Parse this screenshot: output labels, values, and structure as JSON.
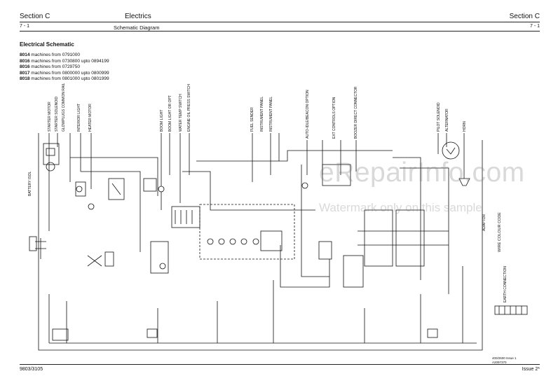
{
  "header": {
    "section_left": "Section C",
    "chapter": "Electrics",
    "section_right": "Section C",
    "page_left": "7 - 1",
    "subtitle": "Schematic Diagram",
    "page_right": "7 - 1"
  },
  "schematic": {
    "title": "Electrical Schematic",
    "machines": [
      {
        "model": "8014",
        "text": "machines from 0791000"
      },
      {
        "model": "8016",
        "text": "machines from 0730800 upto 0894199"
      },
      {
        "model": "8016",
        "text": "machines from 0729750"
      },
      {
        "model": "8017",
        "text": "machines from 0800000 upto 0800999"
      },
      {
        "model": "8018",
        "text": "machines from 0801000 upto 0801999"
      }
    ],
    "component_labels": [
      "STARTER MOTOR",
      "STARTER SOLENOID",
      "GLOWPLUGS COMMON RAIL",
      "INTERIOR LIGHT",
      "HEATER MOTOR",
      "BOOM LIGHT",
      "BOOM LIGHT OR OPT",
      "WATER TEMP SWITCH",
      "ENGINE OIL PRESS SWITCH",
      "FUEL SENDER",
      "INSTRUMENT PANEL",
      "INSTRUMENT PANEL",
      "AUTO-IDLE/BEACON OPTION",
      "EXT CONTROLS OPTION",
      "BOOZER DIRECT CONNECTOR",
      "PILOT SOLENOID",
      "ALTERNATOR",
      "HORN"
    ],
    "side_labels": {
      "battery": "BATTERY ISOL",
      "wire_key": "WIRE COLOUR CODE",
      "connection": "ADAPTOR",
      "earth": "EARTH CONNECTION"
    },
    "drawing_ref": "400/2600 Issue 1",
    "drawing_ref2": "A2097370"
  },
  "footer": {
    "doc_number": "9803/3105",
    "issue": "Issue 2*"
  },
  "watermark": {
    "line1": "eRepairInfo.com",
    "line2": "Watermark only on this sample"
  }
}
